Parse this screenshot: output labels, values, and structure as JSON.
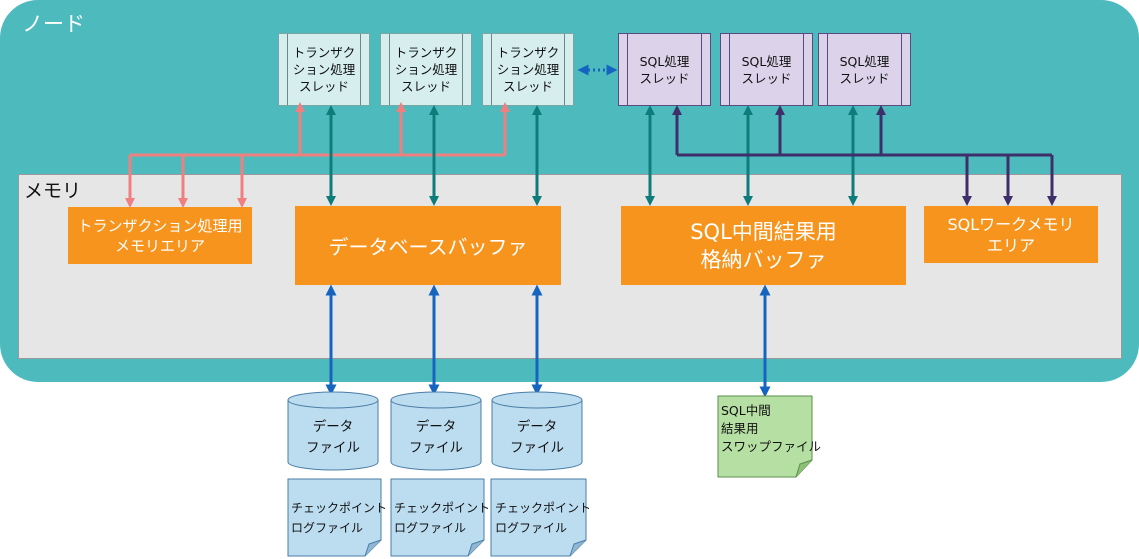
{
  "node": {
    "label": "ノード"
  },
  "memory": {
    "label": "メモリ"
  },
  "transaction_threads": [
    {
      "label": "トランザク\nション処理\nスレッド"
    },
    {
      "label": "トランザク\nション処理\nスレッド"
    },
    {
      "label": "トランザク\nション処理\nスレッド"
    }
  ],
  "sql_threads": [
    {
      "label": "SQL処理\nスレッド"
    },
    {
      "label": "SQL処理\nスレッド"
    },
    {
      "label": "SQL処理\nスレッド"
    }
  ],
  "memory_areas": {
    "transaction_memory": "トランザクション処理用\nメモリエリア",
    "database_buffer": "データベースバッファ",
    "sql_buffer": "SQL中間結果用\n格納バッファ",
    "sql_work_memory": "SQLワークメモリ\nエリア"
  },
  "data_files": [
    {
      "label": "データ\nファイル"
    },
    {
      "label": "データ\nファイル"
    },
    {
      "label": "データ\nファイル"
    }
  ],
  "checkpoint_files": [
    {
      "label": "チェックポイント\nログファイル"
    },
    {
      "label": "チェックポイント\nログファイル"
    },
    {
      "label": "チェックポイント\nログファイル"
    }
  ],
  "swap_file": {
    "label": "SQL中間\n結果用\nスワップファイル"
  },
  "colors": {
    "node": "#4dbbbd",
    "memory": "#e6e6e6",
    "orange": "#f7941d",
    "pink_arrow": "#f08080",
    "teal_arrow": "#0e7c7b",
    "purple_arrow": "#3e2f6b",
    "blue_arrow": "#1565c0",
    "file_blue": "#bcdcf0",
    "swap_green": "#b6dfa4"
  }
}
